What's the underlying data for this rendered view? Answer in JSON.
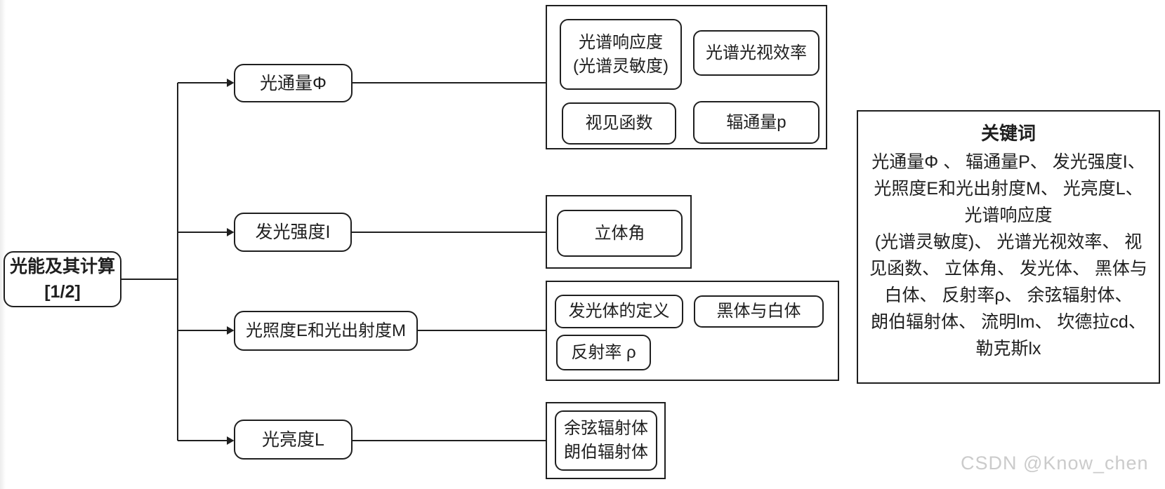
{
  "colors": {
    "line": "#1f1f1f",
    "text": "#1f1f1f",
    "watermark": "#cbcbcb"
  },
  "root": {
    "line1": "光能及其计算",
    "line2": "[1/2]"
  },
  "branches": [
    {
      "label": "光通量Φ"
    },
    {
      "label": "发光强度I"
    },
    {
      "label": "光照度E和光出射度M"
    },
    {
      "label": "光亮度L"
    }
  ],
  "groups": [
    {
      "items": [
        {
          "lines": [
            "光谱响应度",
            "(光谱灵敏度)"
          ]
        },
        {
          "lines": [
            "光谱光视效率"
          ]
        },
        {
          "lines": [
            "视见函数"
          ]
        },
        {
          "lines": [
            "辐通量p"
          ]
        }
      ]
    },
    {
      "items": [
        {
          "lines": [
            "立体角"
          ]
        }
      ]
    },
    {
      "items": [
        {
          "lines": [
            "发光体的定义"
          ]
        },
        {
          "lines": [
            "黑体与白体"
          ]
        },
        {
          "lines": [
            "反射率 ρ"
          ]
        }
      ]
    },
    {
      "items": [
        {
          "lines": [
            "余弦辐射体",
            "朗伯辐射体"
          ]
        }
      ]
    }
  ],
  "keywords": {
    "title": "关键词",
    "lines": [
      "光通量Φ 、 辐通量P、 发光强度I、",
      "光照度E和光出射度M、 光亮度L、",
      "光谱响应度",
      "(光谱灵敏度)、 光谱光视效率、 视",
      "见函数、 立体角、 发光体、 黑体与",
      "白体、 反射率ρ、 余弦辐射体、",
      "朗伯辐射体、 流明lm、 坎德拉cd、",
      "勒克斯lx"
    ]
  },
  "watermark": "CSDN @Know_chen"
}
